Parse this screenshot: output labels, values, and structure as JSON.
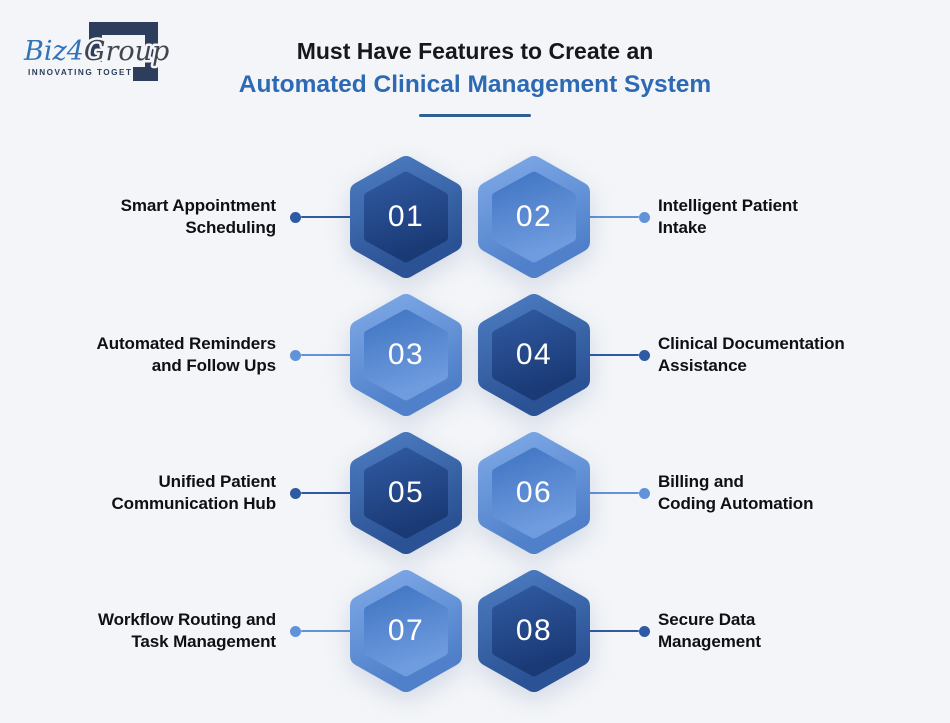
{
  "logo": {
    "brand_blue": "Biz4",
    "brand_dark": "Group",
    "tagline": "INNOVATING TOGETHER"
  },
  "title": {
    "line1": "Must Have Features to Create an",
    "line2": "Automated Clinical Management System"
  },
  "colors": {
    "background": "#f3f5f8",
    "title_text": "#16181c",
    "title_accent": "#2d6ab3",
    "underline": "#2e6096",
    "label_text": "#0e1013",
    "logo_navy": "#2c3e5c",
    "logo_blue": "#3273b8",
    "logo_gray": "#41454f",
    "connector_dark": "#2e5aa3",
    "connector_light": "#6193da",
    "hex_dark_outer": [
      "#4b7abf",
      "#2b5295"
    ],
    "hex_dark_inner": [
      "#3059a0",
      "#1a3a76"
    ],
    "hex_light_outer": [
      "#7ca7e6",
      "#4f80c9"
    ],
    "hex_light_inner": [
      "#4176c3",
      "#6f9bdf"
    ],
    "number_text": "#ffffff"
  },
  "features": [
    {
      "number": "01",
      "lines": [
        "Smart Appointment",
        "Scheduling"
      ],
      "variant": "dark",
      "side": "left"
    },
    {
      "number": "02",
      "lines": [
        "Intelligent Patient",
        "Intake"
      ],
      "variant": "light",
      "side": "right"
    },
    {
      "number": "03",
      "lines": [
        "Automated Reminders",
        "and Follow Ups"
      ],
      "variant": "light",
      "side": "left"
    },
    {
      "number": "04",
      "lines": [
        "Clinical Documentation",
        "Assistance"
      ],
      "variant": "dark",
      "side": "right"
    },
    {
      "number": "05",
      "lines": [
        "Unified Patient",
        "Communication Hub"
      ],
      "variant": "dark",
      "side": "left"
    },
    {
      "number": "06",
      "lines": [
        "Billing and",
        "Coding Automation"
      ],
      "variant": "light",
      "side": "right"
    },
    {
      "number": "07",
      "lines": [
        "Workflow Routing and",
        "Task Management"
      ],
      "variant": "light",
      "side": "left"
    },
    {
      "number": "08",
      "lines": [
        "Secure Data",
        "Management"
      ],
      "variant": "dark",
      "side": "right"
    }
  ]
}
